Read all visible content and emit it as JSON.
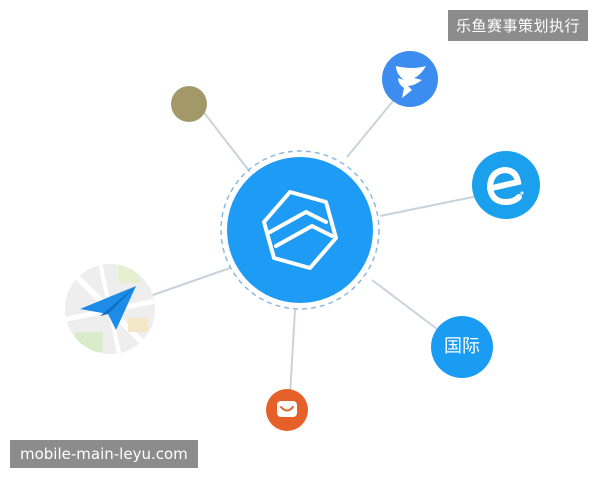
{
  "banner_text": "乐鱼赛事策划执行",
  "watermark_text": "mobile-main-leyu.com",
  "nodes": {
    "center": {
      "name": "hub-logo-icon",
      "color": "#1e9cf5"
    },
    "olive": {
      "name": "olive-dot",
      "color": "#a39868"
    },
    "dingtalk": {
      "name": "dingtalk-wing-icon",
      "color": "#3d8cf0"
    },
    "eleme": {
      "name": "eleme-e-icon",
      "color": "#1ba0ee"
    },
    "guoji": {
      "name": "guoji-badge",
      "label": "国际",
      "color": "#1a9cf3"
    },
    "smile": {
      "name": "smile-app-icon",
      "color": "#e6612a"
    },
    "map": {
      "name": "map-plane-icon",
      "color": "#1d8ce8"
    }
  },
  "colors": {
    "line": "#c9d3dc",
    "dashed_ring": "#8fb8e0"
  }
}
